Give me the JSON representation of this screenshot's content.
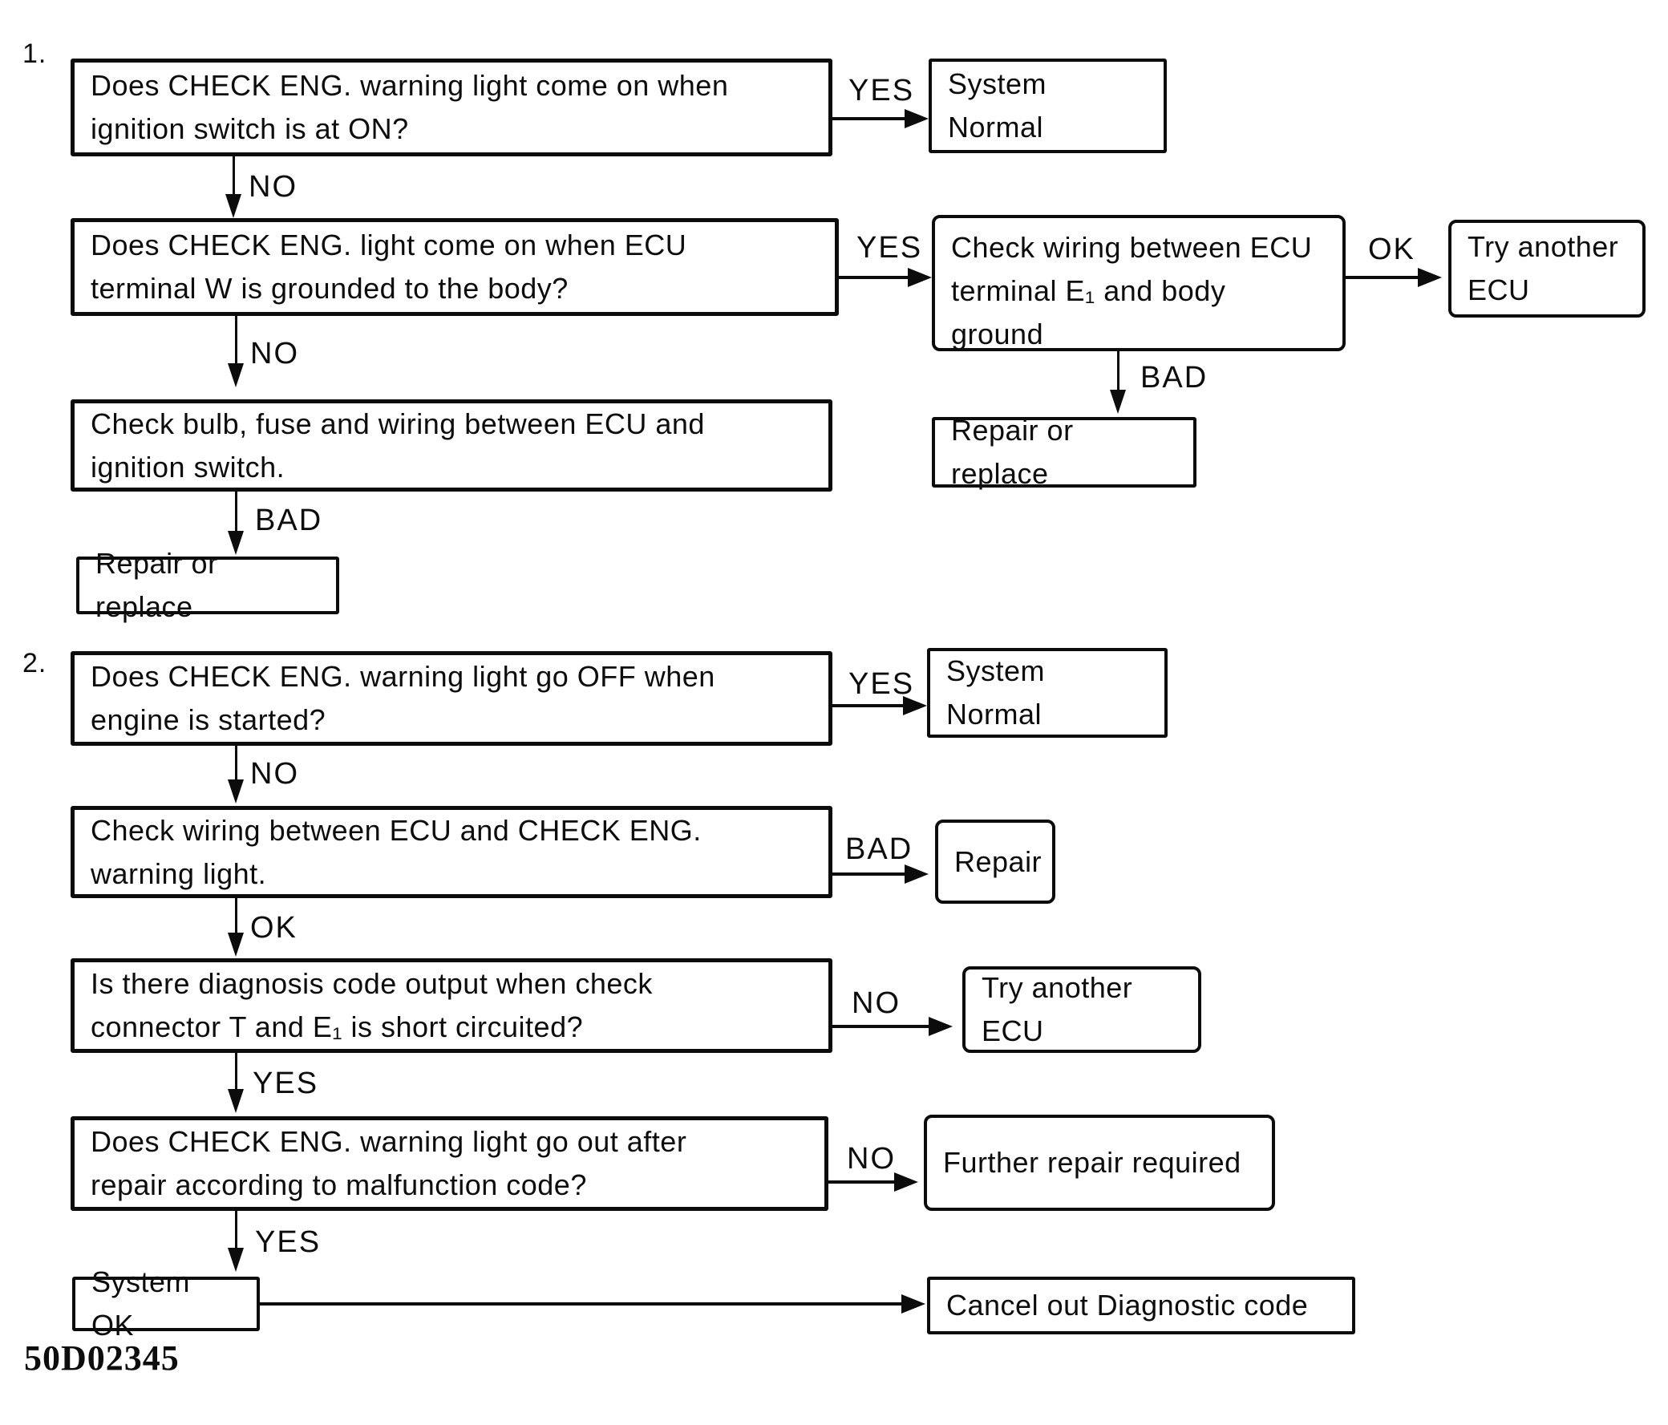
{
  "doc_code": "50D02345",
  "edge_labels": {
    "yes": "YES",
    "no": "NO",
    "ok": "OK",
    "bad": "BAD"
  },
  "section1": {
    "number": "1.",
    "q_warning_light_on": "Does CHECK ENG. warning light come on when\nignition switch is at ON?",
    "system_normal": "System Normal",
    "q_terminal_w_grounded": "Does CHECK ENG. light come on when ECU\nterminal W is grounded to the body?",
    "check_wiring_e1": "Check wiring between ECU\nterminal E₁ and body\nground",
    "try_another_ecu": "Try another\nECU",
    "repair_or_replace_right": "Repair or replace",
    "check_bulb_fuse": "Check bulb, fuse and wiring between ECU and\nignition switch.",
    "repair_or_replace_left": "Repair or replace"
  },
  "section2": {
    "number": "2.",
    "q_light_off_started": "Does CHECK ENG. warning light go OFF when\nengine is started?",
    "system_normal": "System Normal",
    "check_wiring_warning_light": "Check wiring between ECU and CHECK ENG.\nwarning light.",
    "repair": "Repair",
    "q_diagnosis_code_output": "Is there diagnosis code output when check\nconnector T and E₁ is short circuited?",
    "try_another_ecu": "Try another ECU",
    "q_light_out_after_repair": "Does CHECK ENG. warning light go out after\nrepair according to malfunction code?",
    "further_repair_required": "Further repair required",
    "system_ok": "System OK",
    "cancel_diagnostic_code": "Cancel out Diagnostic code"
  }
}
